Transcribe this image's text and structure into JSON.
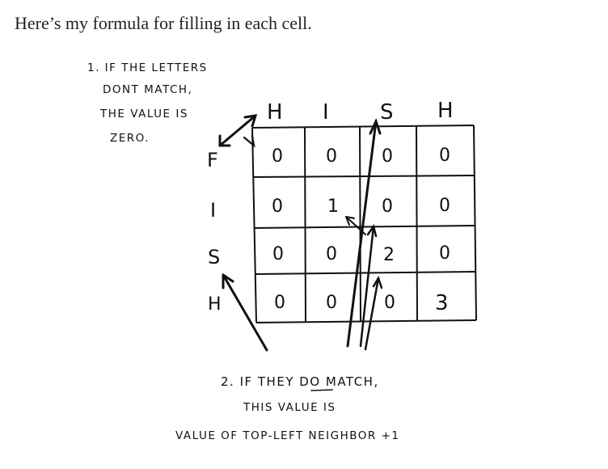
{
  "intro": "Here’s my formula for filling in each cell.",
  "note1": {
    "lines": [
      "1. IF THE LETTERS",
      "DONT MATCH,",
      "THE VALUE IS",
      "ZERO."
    ]
  },
  "note2": {
    "lines": [
      "2. IF THEY DO MATCH,",
      "THIS VALUE IS",
      "VALUE OF TOP-LEFT NEIGHBOR +1"
    ]
  },
  "grid": {
    "columns": [
      "H",
      "I",
      "S",
      "H"
    ],
    "rows": [
      "F",
      "I",
      "S",
      "H"
    ],
    "cells": [
      [
        "0",
        "0",
        "0",
        "0"
      ],
      [
        "0",
        "1",
        "0",
        "0"
      ],
      [
        "0",
        "0",
        "2",
        "0"
      ],
      [
        "0",
        "0",
        "0",
        "3"
      ]
    ]
  }
}
